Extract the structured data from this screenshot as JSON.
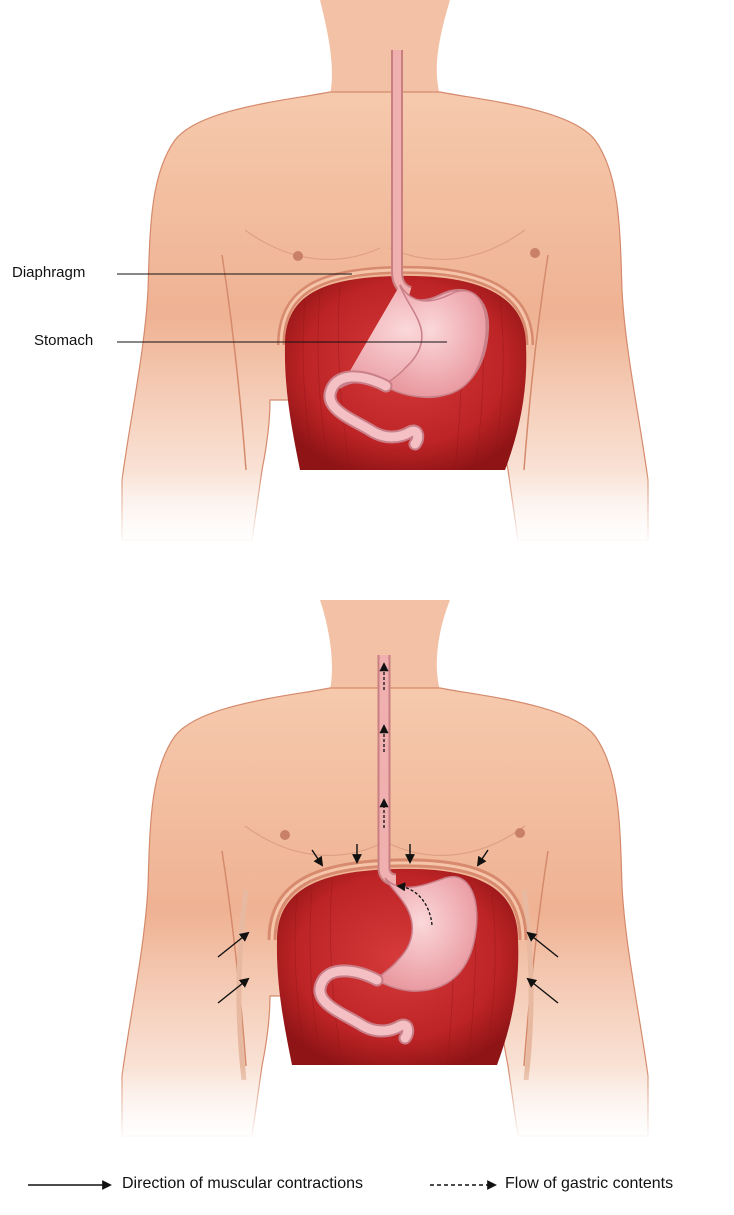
{
  "labels": {
    "diaphragm": "Diaphragm",
    "stomach": "Stomach"
  },
  "legend": [
    {
      "symbol": "solid-arrow",
      "text": "Direction of muscular contractions"
    },
    {
      "symbol": "dashed-arrow",
      "text": "Flow of gastric contents"
    }
  ],
  "colors": {
    "skin": "#f0b596",
    "skin_shadow": "#d58a6c",
    "muscle": "#c0282b",
    "muscle_dark": "#8f1416",
    "stomach": "#f2b3b8",
    "esophagus": "#e9a2a3"
  }
}
